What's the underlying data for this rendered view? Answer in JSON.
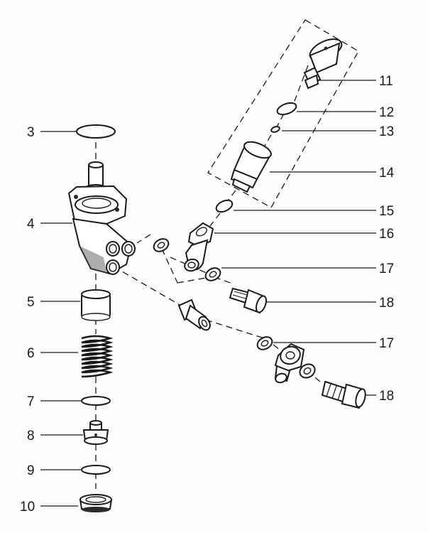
{
  "diagram": {
    "labels": {
      "l3": "3",
      "l4": "4",
      "l5": "5",
      "l6": "6",
      "l7": "7",
      "l8": "8",
      "l9": "9",
      "l10": "10",
      "l11": "11",
      "l12": "12",
      "l13": "13",
      "l14": "14",
      "l15": "15",
      "l16": "16",
      "l17a": "17",
      "l18a": "18",
      "l17b": "17",
      "l18b": "18"
    }
  }
}
